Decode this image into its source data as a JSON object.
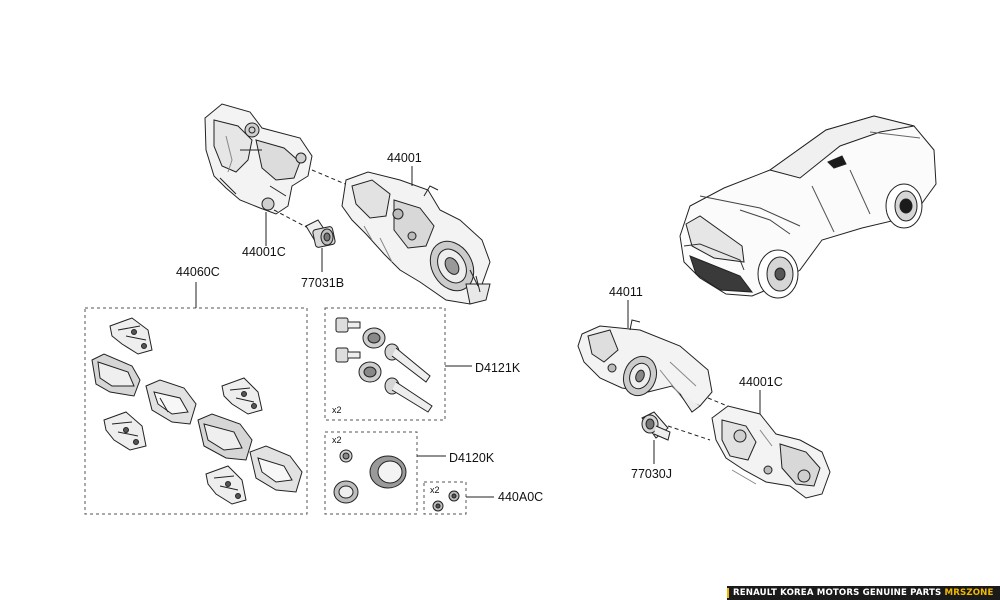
{
  "labels": {
    "p44001": "44001",
    "p44001c_top": "44001C",
    "p77031b": "77031B",
    "p44060c": "44060C",
    "d4121k": "D4121K",
    "d4120k": "D4120K",
    "p440a0c": "440A0C",
    "p44011": "44011",
    "p44001c_right": "44001C",
    "p77030j": "77030J"
  },
  "quantities": {
    "pin_kit": "x2",
    "seal_kit": "x2",
    "cap_kit": "x2"
  },
  "footer": {
    "main": "RENAULT KOREA MOTORS GENUINE PARTS ",
    "accent": "MRSZONE"
  },
  "colors": {
    "line": "#222222",
    "part_fill": "#f3f3f3",
    "shade": "#bdbdbd",
    "footer_bg": "#1a1a1a",
    "footer_accent": "#f0b800"
  }
}
